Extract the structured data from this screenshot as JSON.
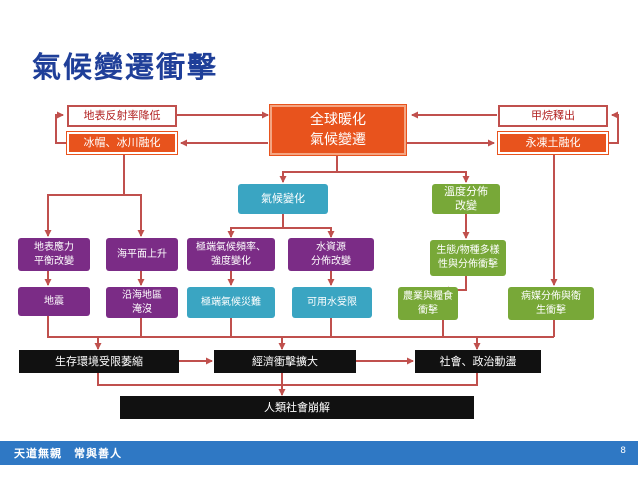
{
  "title": "氣候變遷衝擊",
  "nodes": {
    "albedo": "地表反射率降低",
    "ice_melt": "冰帽、冰川融化",
    "core": "全球暖化\n氣候變遷",
    "methane": "甲烷釋出",
    "permafrost": "永凍土融化",
    "climate_change": "氣候變化",
    "temp_distribution": "溫度分佈\n改變",
    "crust_stress": "地表應力\n平衡改變",
    "sea_level": "海平面上升",
    "extreme_freq": "極端氣候頻率、\n強度變化",
    "water_distribution": "水資源\n分佈改變",
    "eco_distribution": "生態/物種多樣\n性與分佈衝擊",
    "earthquake": "地震",
    "coastal_flood": "沿海地區\n淹沒",
    "extreme_disaster": "極端氣候災難",
    "water_shortage": "可用水受限",
    "agri_impact": "農業與糧食\n衝擊",
    "disease_impact": "病媒分佈與衛\n生衝擊",
    "habitat_shrink": "生存環境受限萎縮",
    "economic_impact": "經濟衝擊擴大",
    "social_unrest": "社會、政治動盪",
    "collapse": "人類社會崩解"
  },
  "footer": {
    "motto": "天道無親　常與善人",
    "page_number": "8"
  },
  "colors": {
    "title": "#1f3f99",
    "arrow": "#c0504d",
    "orange": "#e8531d",
    "purple": "#7b2c86",
    "teal": "#3aa5c2",
    "green": "#78a838",
    "black": "#111111",
    "footer": "#2f78c4"
  }
}
